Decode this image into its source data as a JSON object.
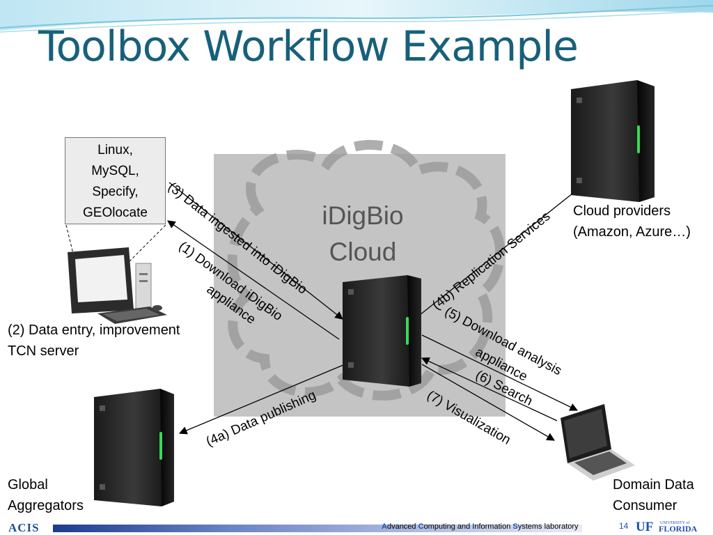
{
  "title": "Toolbox Workflow Example",
  "cloud": {
    "line1": "iDigBio",
    "line2": "Cloud"
  },
  "software_box": [
    "Linux,",
    "MySQL,",
    "Specify,",
    "GEOlocate"
  ],
  "nodes": {
    "tcn_server": {
      "line1": "(2) Data entry, improvement",
      "line2": "TCN server"
    },
    "cloud_providers": {
      "line1": "Cloud providers",
      "line2": "(Amazon, Azure…)"
    },
    "global_aggregators": {
      "line1": "Global",
      "line2": "Aggregators"
    },
    "domain_consumer": {
      "line1": "Domain Data",
      "line2": "Consumer"
    }
  },
  "steps": {
    "s3": "(3) Data ingested into iDigBio",
    "s1_line1": "(1) Download iDigBio",
    "s1_line2": "appliance",
    "s4b": "(4b) Replication Services",
    "s5_line1": "(5) Download analysis",
    "s5_line2": "appliance",
    "s6": "(6) Search",
    "s7": "(7) Visualization",
    "s4a": "(4a) Data publishing"
  },
  "footer": {
    "org_logo": "ACIS",
    "lab_name": {
      "a": "A",
      "a_rest": "dvanced ",
      "c": "C",
      "c_rest": "omputing and ",
      "i": "I",
      "i_rest": "nformation ",
      "s": "S",
      "s_rest": "ystems laboratory"
    },
    "page_number": "14",
    "university_logo": {
      "mark": "UF",
      "small": "UNIVERSITY of",
      "name": "FLORIDA"
    }
  },
  "icons": [
    "server-icon",
    "desktop-computer-icon",
    "laptop-icon",
    "cloud-icon"
  ],
  "colors": {
    "title": "#17607a",
    "cloud_bg": "#c4c4c4",
    "server_led": "#39d957",
    "footer_blue": "#1d4fb0"
  }
}
